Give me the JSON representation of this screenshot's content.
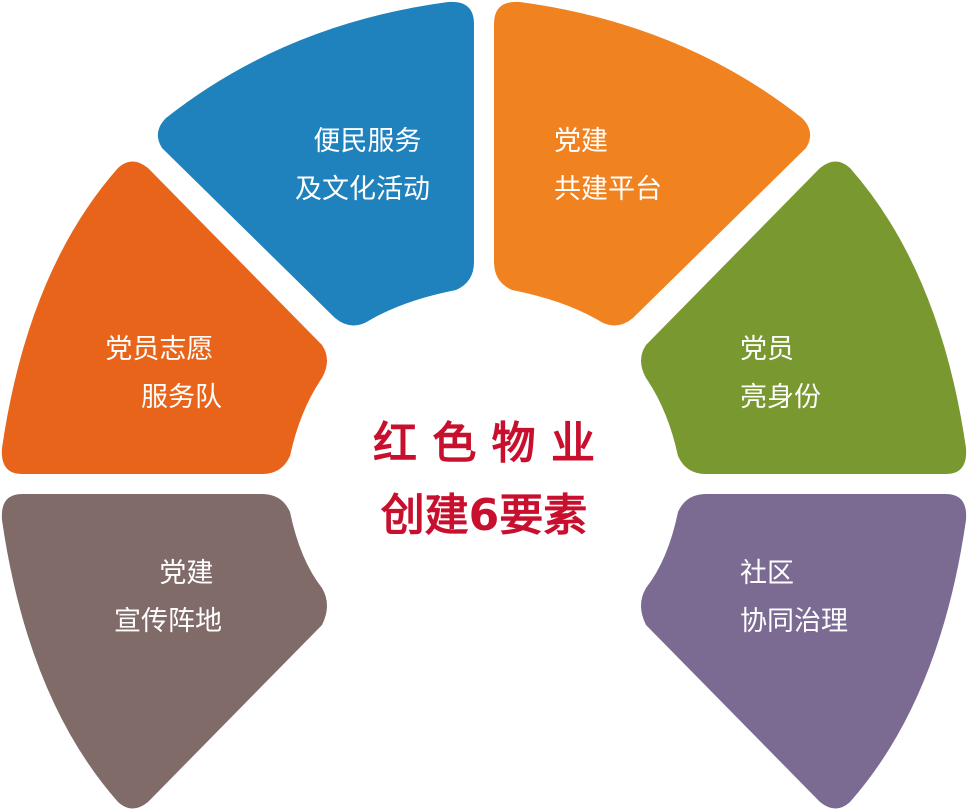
{
  "title": {
    "line1": "红 色 物 业",
    "line2": "创建6要素"
  },
  "segments": [
    {
      "id": "left-bottom",
      "color": "#806b69",
      "lines": [
        "党建",
        "宣传阵地"
      ]
    },
    {
      "id": "left-middle",
      "color": "#e8641a",
      "lines": [
        "党员志愿",
        "服务队"
      ]
    },
    {
      "id": "left-top",
      "color": "#1f82bd",
      "lines": [
        "便民服务",
        "及文化活动"
      ]
    },
    {
      "id": "right-top",
      "color": "#f08320",
      "lines": [
        "党建",
        "共建平台"
      ]
    },
    {
      "id": "right-middle",
      "color": "#79982f",
      "lines": [
        "党员",
        "亮身份"
      ]
    },
    {
      "id": "right-bottom",
      "color": "#7b6b93",
      "lines": [
        "社区",
        "协同治理"
      ]
    }
  ]
}
